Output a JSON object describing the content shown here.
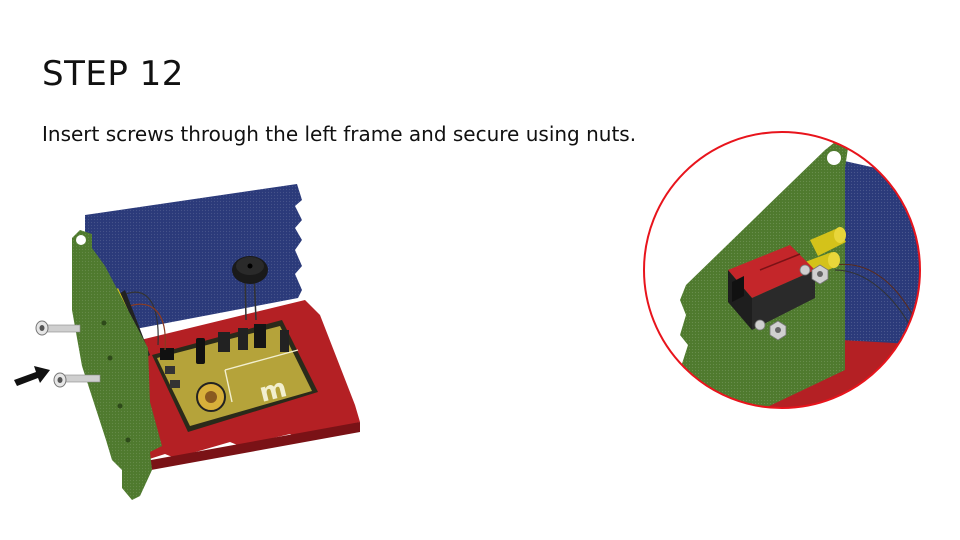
{
  "slide": {
    "title": "STEP 12",
    "instruction": "Insert screws through the left frame and secure using nuts."
  },
  "colors": {
    "frame_green": "#4f7a2e",
    "back_blue": "#2b3a7a",
    "base_red": "#b42024",
    "pcb_yellow": "#b5a33a",
    "zoom_circle": "#e8141c"
  },
  "illustration": {
    "pcb_logo": "m"
  }
}
